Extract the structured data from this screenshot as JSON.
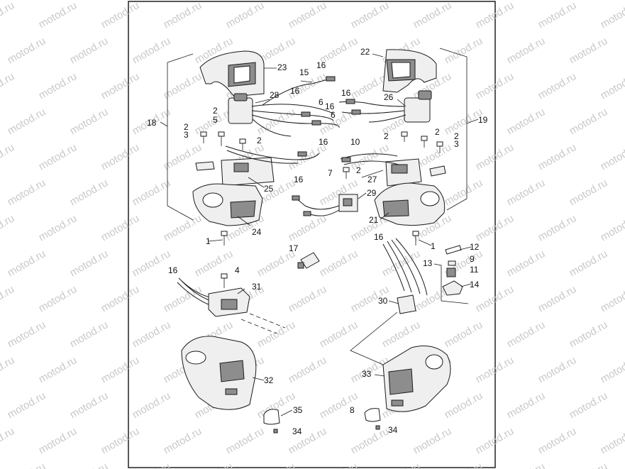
{
  "watermark": "motod.ru",
  "callouts": [
    {
      "id": "c1a",
      "text": "1"
    },
    {
      "id": "c1b",
      "text": "1"
    },
    {
      "id": "c2a",
      "text": "2"
    },
    {
      "id": "c2b",
      "text": "2"
    },
    {
      "id": "c2c",
      "text": "2"
    },
    {
      "id": "c2d",
      "text": "2"
    },
    {
      "id": "c2e",
      "text": "2"
    },
    {
      "id": "c2f",
      "text": "2"
    },
    {
      "id": "c2g",
      "text": "2"
    },
    {
      "id": "c3a",
      "text": "3"
    },
    {
      "id": "c3b",
      "text": "3"
    },
    {
      "id": "c4",
      "text": "4"
    },
    {
      "id": "c5",
      "text": "5"
    },
    {
      "id": "c6a",
      "text": "6"
    },
    {
      "id": "c6b",
      "text": "6"
    },
    {
      "id": "c7",
      "text": "7"
    },
    {
      "id": "c8",
      "text": "8"
    },
    {
      "id": "c9",
      "text": "9"
    },
    {
      "id": "c10",
      "text": "10"
    },
    {
      "id": "c11",
      "text": "11"
    },
    {
      "id": "c12",
      "text": "12"
    },
    {
      "id": "c13",
      "text": "13"
    },
    {
      "id": "c14",
      "text": "14"
    },
    {
      "id": "c15",
      "text": "15"
    },
    {
      "id": "c16a",
      "text": "16"
    },
    {
      "id": "c16b",
      "text": "16"
    },
    {
      "id": "c16c",
      "text": "16"
    },
    {
      "id": "c16d",
      "text": "16"
    },
    {
      "id": "c16e",
      "text": "16"
    },
    {
      "id": "c16f",
      "text": "16"
    },
    {
      "id": "c16g",
      "text": "16"
    },
    {
      "id": "c16h",
      "text": "16"
    },
    {
      "id": "c17",
      "text": "17"
    },
    {
      "id": "c18",
      "text": "18"
    },
    {
      "id": "c19",
      "text": "19"
    },
    {
      "id": "c21",
      "text": "21"
    },
    {
      "id": "c22",
      "text": "22"
    },
    {
      "id": "c23",
      "text": "23"
    },
    {
      "id": "c24",
      "text": "24"
    },
    {
      "id": "c25",
      "text": "25"
    },
    {
      "id": "c26",
      "text": "26"
    },
    {
      "id": "c27",
      "text": "27"
    },
    {
      "id": "c28",
      "text": "28"
    },
    {
      "id": "c29",
      "text": "29"
    },
    {
      "id": "c30",
      "text": "30"
    },
    {
      "id": "c31",
      "text": "31"
    },
    {
      "id": "c32",
      "text": "32"
    },
    {
      "id": "c33",
      "text": "33"
    },
    {
      "id": "c34a",
      "text": "34"
    },
    {
      "id": "c34b",
      "text": "34"
    },
    {
      "id": "c35",
      "text": "35"
    }
  ]
}
